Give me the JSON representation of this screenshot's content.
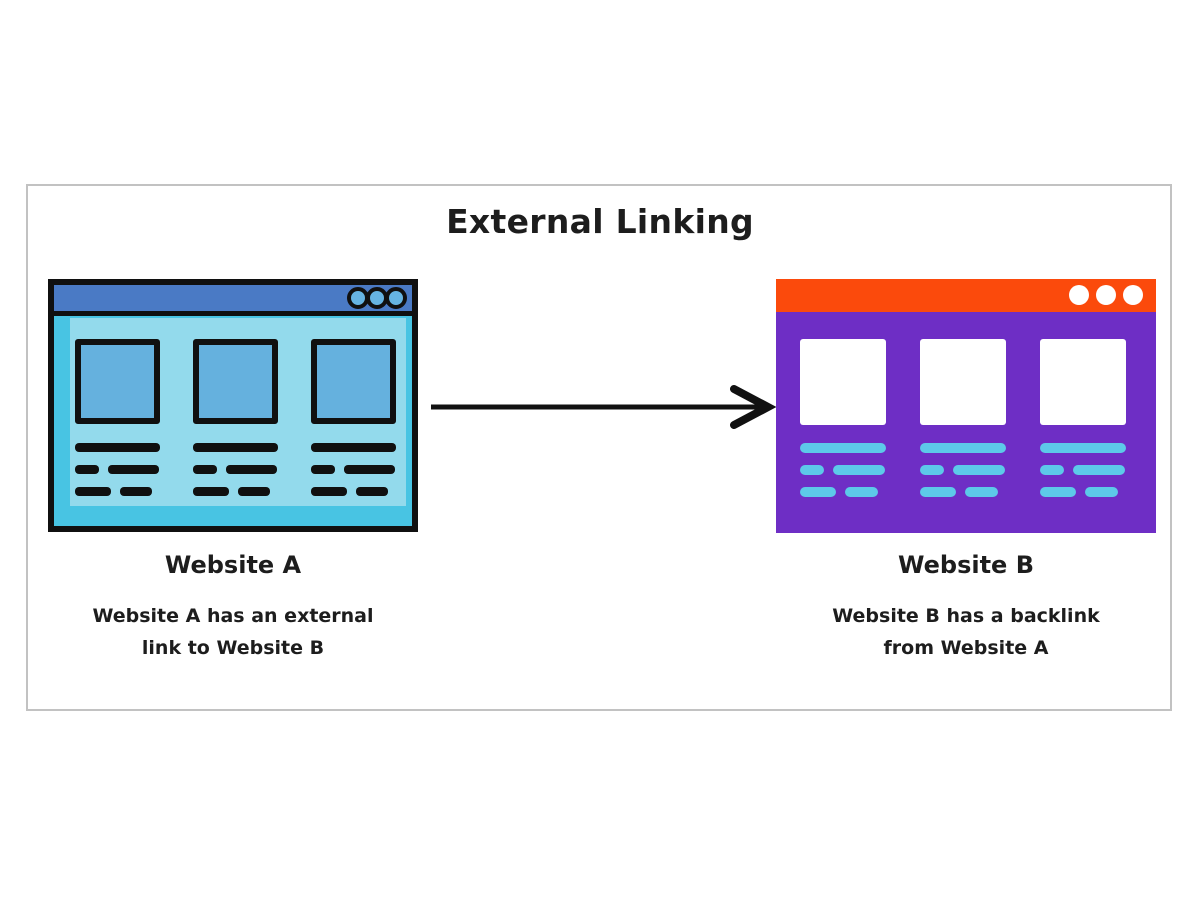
{
  "title": "External Linking",
  "website_a": {
    "label": "Website A",
    "caption": [
      "Website A has an external",
      "link to Website B"
    ],
    "window_dots_count": 3
  },
  "website_b": {
    "label": "Website B",
    "caption": [
      "Website B has a backlink",
      "from Website A"
    ],
    "window_dots_count": 3
  },
  "colors": {
    "frame_border": "#c2c2c2",
    "text": "#1d1d1d",
    "outline": "#101010",
    "a_bar": "#4a7ac5",
    "a_dot_fill": "#66b4e2",
    "a_body_dark": "#48c4e3",
    "a_body_light": "#93daec",
    "a_square": "#65b1de",
    "b_bar": "#fb4a0c",
    "b_dot_fill": "#ffffff",
    "b_body": "#6e2ec5",
    "b_square": "#ffffff",
    "b_lines": "#5dc9e9",
    "arrow": "#111111"
  }
}
